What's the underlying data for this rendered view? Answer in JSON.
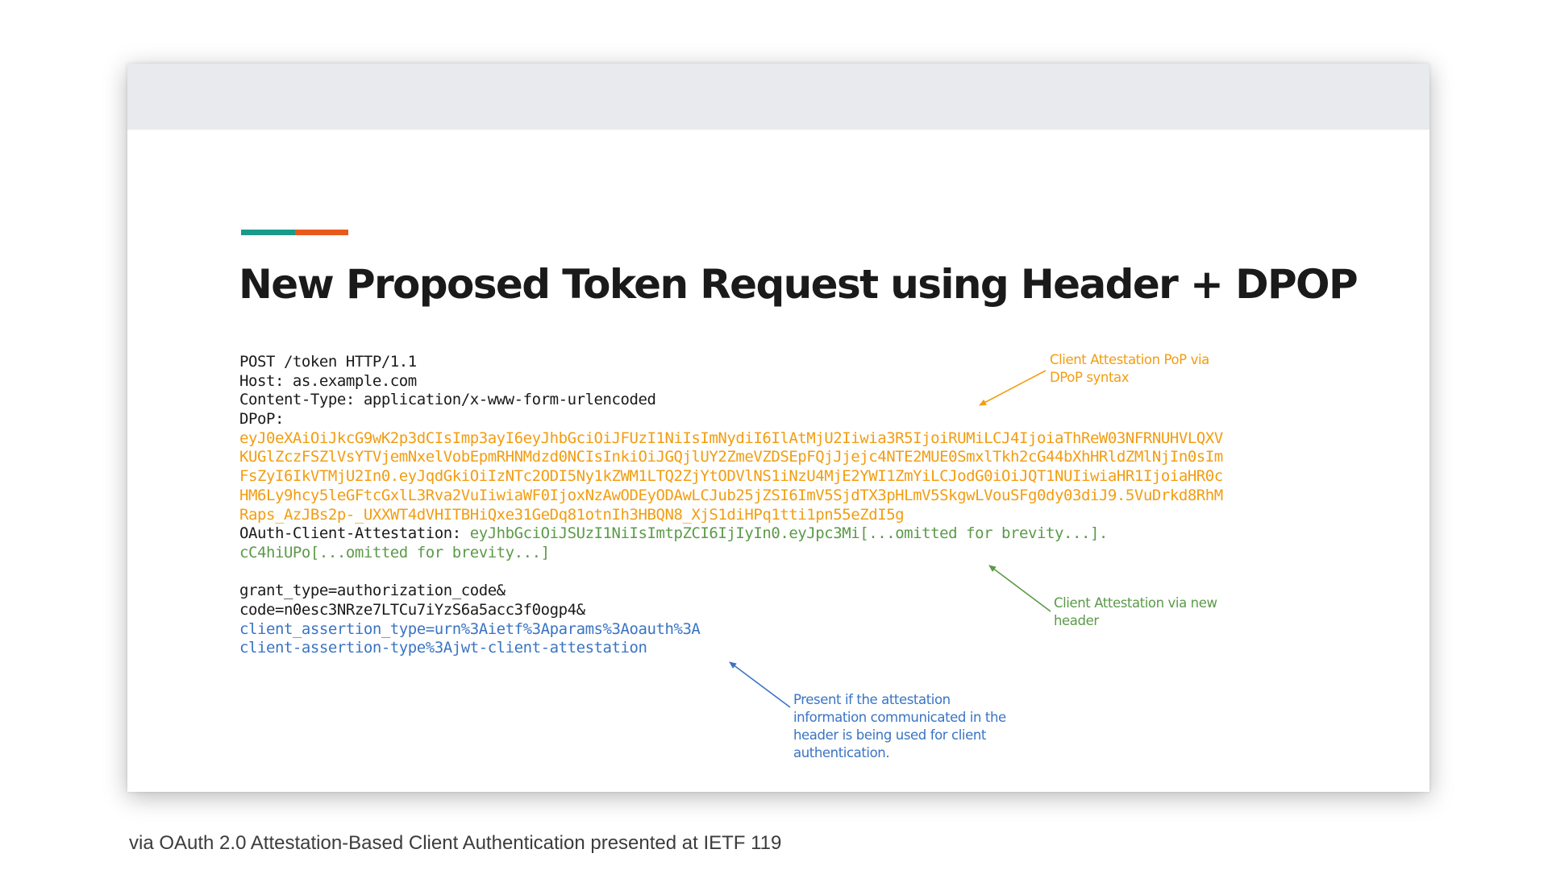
{
  "slide": {
    "title": "New Proposed Token Request using Header + DPOP",
    "accent_colors": [
      "#1a9a8a",
      "#e85a1c"
    ],
    "code": {
      "request_line": "POST /token HTTP/1.1",
      "host_line": "Host: as.example.com",
      "content_type_line": "Content-Type: application/x-www-form-urlencoded",
      "dpop_label": "DPoP:",
      "dpop_token_lines": [
        "eyJ0eXAiOiJkcG9wK2p3dCIsImp3ayI6eyJhbGciOiJFUzI1NiIsImNydiI6IlAtMjU2Iiwia3R5IjoiRUMiLCJ4IjoiaThReW03NFRNUHVLQXV",
        "KUGlZczFSZlVsYTVjemNxelVobEpmRHNMdzd0NCIsInkiOiJGQjlUY2ZmeVZDSEpFQjJjejc4NTE2MUE0SmxlTkh2cG44bXhHRldZMlNjIn0sIm",
        "FsZyI6IkVTMjU2In0.eyJqdGkiOiIzNTc2ODI5Ny1kZWM1LTQ2ZjYtODVlNS1iNzU4MjE2YWI1ZmYiLCJodG0iOiJQT1NUIiwiaHR1IjoiaHR0c",
        "HM6Ly9hcy5leGFtcGxlL3Rva2VuIiwiaWF0IjoxNzAwODEyODAwLCJub25jZSI6ImV5SjdTX3pHLmV5SkgwLVouSFg0dy03diJ9.5VuDrkd8RhM",
        "Raps_AzJBs2p-_UXXWT4dVHITBHiQxe31GeDq81otnIh3HBQN8_XjS1diHPq1tti1pn55eZdI5g"
      ],
      "attestation_label": "OAuth-Client-Attestation: ",
      "attestation_value_line1": "eyJhbGciOiJSUzI1NiIsImtpZCI6IjIyIn0.eyJpc3Mi[...omitted for brevity...].",
      "attestation_value_line2": "cC4hiUPo[...omitted for brevity...]",
      "grant_type_line": "grant_type=authorization_code&",
      "code_line": "code=n0esc3NRze7LTCu7iYzS6a5acc3f0ogp4&",
      "assertion_line1": "client_assertion_type=urn%3Aietf%3Aparams%3Aoauth%3A",
      "assertion_line2": "client-assertion-type%3Ajwt-client-attestation"
    },
    "annotations": {
      "dpop_pop": "Client Attestation PoP via\nDPoP syntax",
      "new_header": "Client Attestation via new\nheader",
      "client_auth": "Present if the attestation\ninformation communicated in the\nheader is being used for client\nauthentication."
    },
    "colors": {
      "orange": "#f29d11",
      "green": "#5b9a48",
      "blue": "#3a74c4",
      "header_band": "#e8eaed"
    }
  },
  "caption": "via OAuth 2.0 Attestation-Based Client Authentication presented at IETF 119"
}
